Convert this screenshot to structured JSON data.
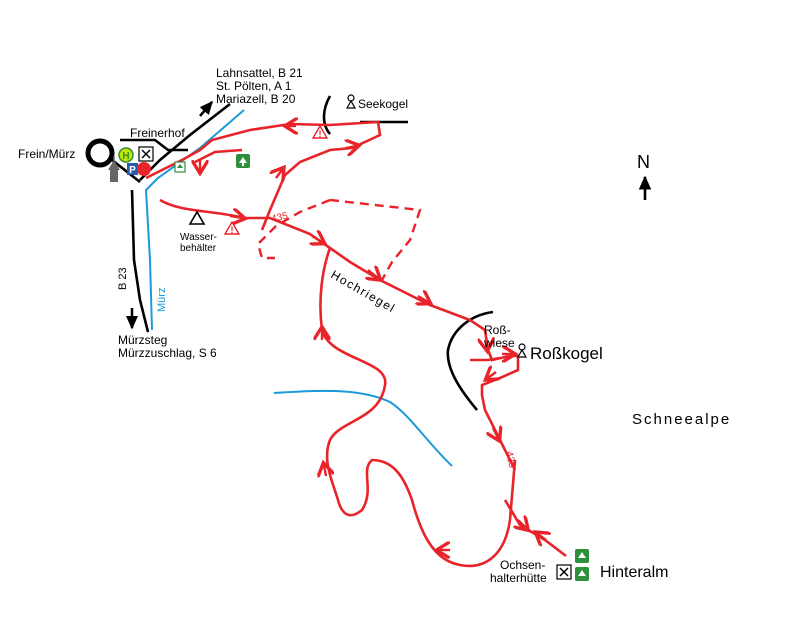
{
  "labels": {
    "frein": "Frein/Mürz",
    "freinerhof": "Freinerhof",
    "north": "N",
    "lahnsattel": "Lahnsattel, B 21",
    "stpoelten": "St. Pölten, A 1",
    "mariazell": "Mariazell, B 20",
    "seekogel": "Seekogel",
    "wasser1": "Wasser-",
    "wasser2": "behälter",
    "b23": "B 23",
    "muerz": "Mürz",
    "muerzsteg": "Mürzsteg",
    "muerzzuschlag": "Mürzzuschlag, S 6",
    "hochriegel": "Hochriegel",
    "trail1": "435",
    "trail2": "435",
    "rosswiese1": "Roß-",
    "rosswiese2": "wiese",
    "rosskogel": "Roßkogel",
    "schneealpe": "Schneealpe",
    "hinteralm": "Hinteralm",
    "ochsen1": "Ochsen-",
    "ochsen2": "halterhütte"
  },
  "symbols": {
    "bus": "H",
    "parking": "P",
    "danger": "!",
    "restaurant": "restaurant-icon"
  },
  "colors": {
    "trail": "#e8232a",
    "river": "#1a9ad8",
    "road": "#000000",
    "hut_green": "#2f8f3a"
  }
}
